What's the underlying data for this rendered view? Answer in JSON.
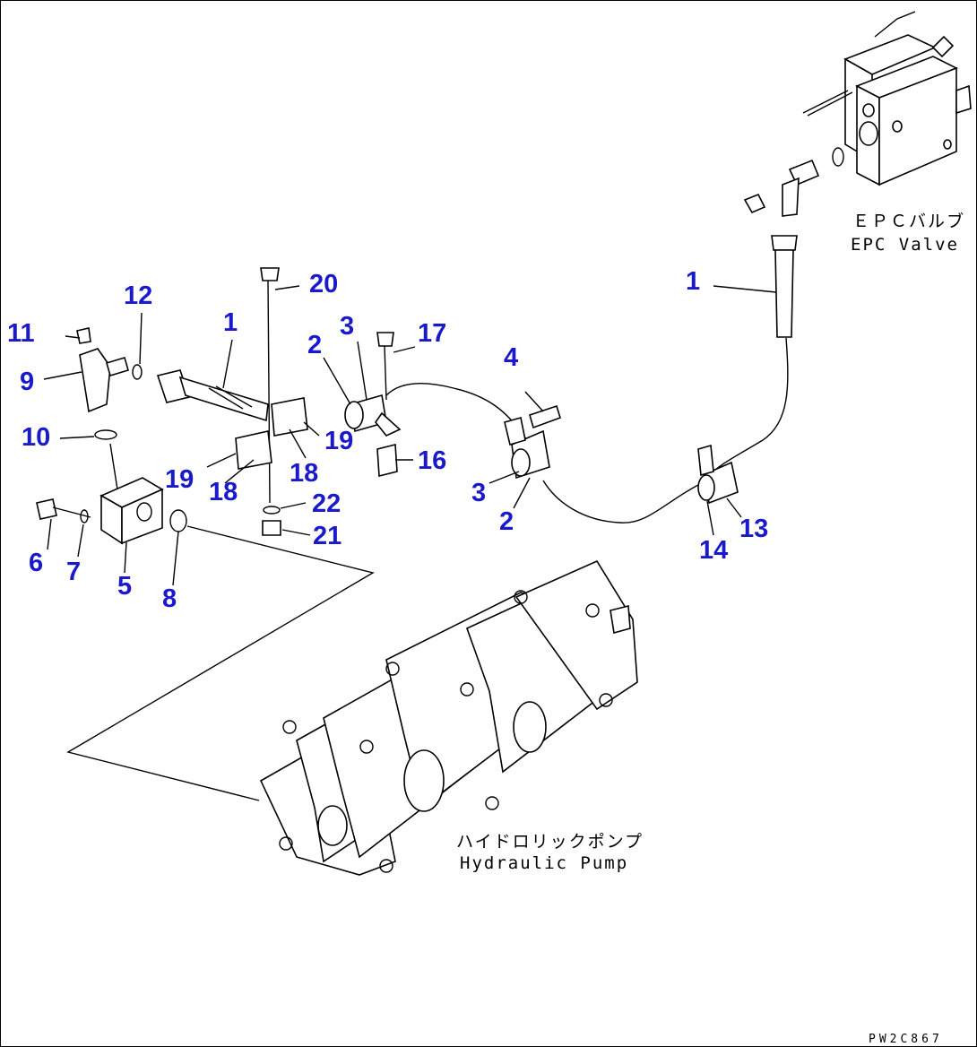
{
  "labels": {
    "epc_valve_jp": "ＥＰＣバルブ",
    "epc_valve_en": "EPC Valve",
    "pump_jp": "ハイドロリックポンプ",
    "pump_en": "Hydraulic Pump",
    "drawing_code": "PW2C867"
  },
  "callouts": [
    "1",
    "1",
    "2",
    "2",
    "3",
    "3",
    "4",
    "5",
    "6",
    "7",
    "8",
    "9",
    "10",
    "11",
    "12",
    "13",
    "14",
    "16",
    "17",
    "18",
    "18",
    "19",
    "19",
    "20",
    "21",
    "22"
  ]
}
